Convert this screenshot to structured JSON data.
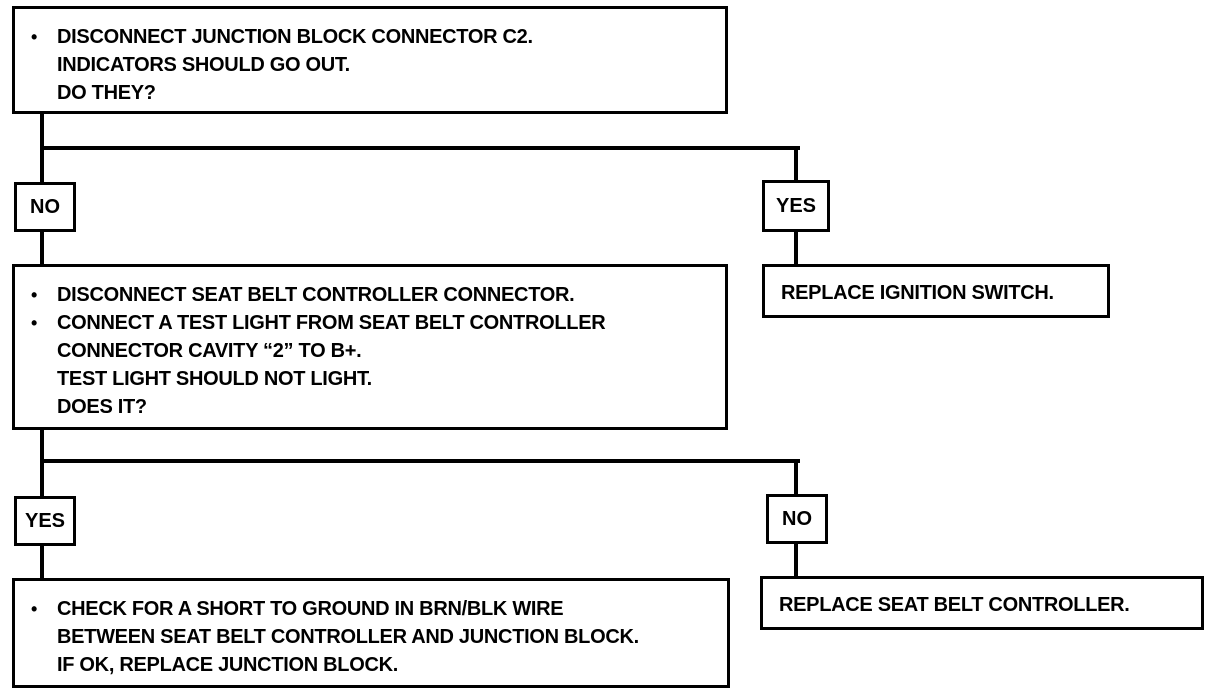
{
  "flowchart": {
    "step1": {
      "bullet": "•",
      "lines": [
        "DISCONNECT JUNCTION BLOCK CONNECTOR C2.",
        "INDICATORS SHOULD GO OUT.",
        "DO THEY?"
      ]
    },
    "step1_no_label": "NO",
    "step1_yes_label": "YES",
    "result_ignition": "REPLACE IGNITION SWITCH.",
    "step2": {
      "bullet1": "•",
      "line1": "DISCONNECT SEAT BELT CONTROLLER CONNECTOR.",
      "bullet2": "•",
      "line2": "CONNECT A TEST LIGHT FROM SEAT BELT CONTROLLER",
      "line3": "CONNECTOR CAVITY “2” TO B+.",
      "line4": "TEST LIGHT SHOULD NOT LIGHT.",
      "line5": "DOES IT?"
    },
    "step2_yes_label": "YES",
    "step2_no_label": "NO",
    "result_controller": "REPLACE SEAT BELT CONTROLLER.",
    "step3": {
      "bullet": "•",
      "line1": "CHECK FOR A SHORT TO GROUND IN BRN/BLK WIRE",
      "line2": "BETWEEN SEAT BELT CONTROLLER AND JUNCTION BLOCK.",
      "line3": "IF OK, REPLACE JUNCTION BLOCK."
    }
  }
}
